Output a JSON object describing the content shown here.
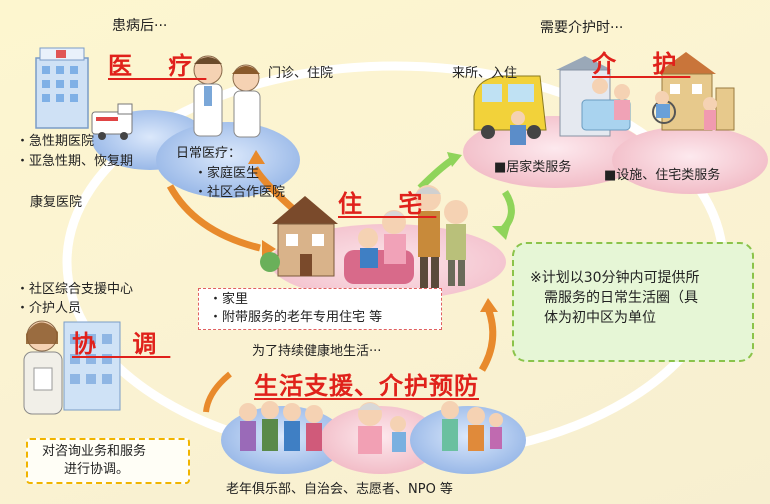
{
  "medical": {
    "intro": "患病后···",
    "title": "医 疗",
    "outpatient": "门诊、住院",
    "hospital_items": [
      "・急性期医院",
      "・亚急性期、恢复期",
      "康复医院"
    ],
    "daily_title": "日常医疗：",
    "daily_items": [
      "・家庭医生",
      "・社区合作医院"
    ]
  },
  "care": {
    "intro": "需要介护时···",
    "title": "介 护",
    "visit": "来所、入住",
    "home_service": "■居家类服务",
    "facility_service": "■设施、住宅类服务"
  },
  "housing": {
    "title": "住 宅",
    "items": [
      "・家里",
      "・附带服务的老年专用住宅 等"
    ]
  },
  "coordination": {
    "items": [
      "・社区综合支援中心",
      "・介护人员"
    ],
    "title": "协 调",
    "note_lines": [
      "对咨询业务和服务",
      "进行协调。"
    ]
  },
  "prevention": {
    "intro": "为了持续健康地生活···",
    "title": "生活支援、介护预防",
    "footer": "老年俱乐部、自治会、志愿者、NPO 等"
  },
  "note": {
    "lines": [
      "※计划以30分钟内可提供所",
      "需服务的日常生活圈（具",
      "体为初中区为单位"
    ]
  },
  "colors": {
    "accent_red": "#e0211b",
    "ellipse_blue": "#a9c4ec",
    "ellipse_pink": "#f6cfd6",
    "note_green": "#e6f6d6",
    "arrow_green": "#8fd45a",
    "arrow_orange": "#e88a2c"
  }
}
